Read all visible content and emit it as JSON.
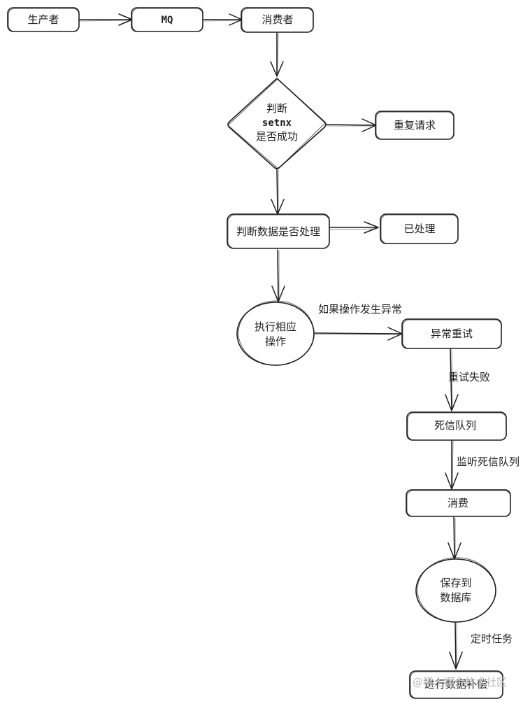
{
  "nodes": {
    "producer": {
      "label": "生产者"
    },
    "mq": {
      "label": "MQ"
    },
    "consumer": {
      "label": "消费者"
    },
    "decision": {
      "line1": "判断",
      "line2": "setnx",
      "line3": "是否成功"
    },
    "duplicate_request": {
      "label": "重复请求"
    },
    "check_processed": {
      "label": "判断数据是否处理"
    },
    "already_processed": {
      "label": "已处理"
    },
    "execute": {
      "line1": "执行相应",
      "line2": "操作"
    },
    "retry": {
      "label": "异常重试"
    },
    "dead_letter_queue": {
      "label": "死信队列"
    },
    "consume": {
      "label": "消费"
    },
    "save_db": {
      "line1": "保存到",
      "line2": "数据库"
    },
    "compensate": {
      "label": "进行数据补偿"
    }
  },
  "edges": {
    "on_exception": "如果操作发生异常",
    "retry_failed": "重试失败",
    "listen_dlq": "监听死信队列",
    "scheduled_task": "定时任务"
  },
  "watermark": {
    "text": "@稀土掘金技术社区"
  },
  "colors": {
    "stroke": "#1e1e1e",
    "background": "#ffffff",
    "watermark": "#b8b8b8"
  }
}
